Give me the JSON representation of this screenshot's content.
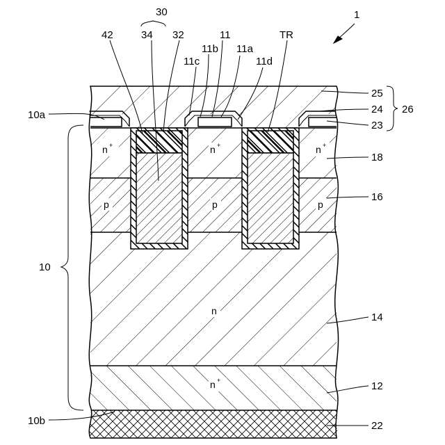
{
  "figure": {
    "ref_device": "1",
    "ref_gate_group": "30",
    "ref_trench": "TR",
    "labels": {
      "l42": "42",
      "l34": "34",
      "l32": "32",
      "l11": "11",
      "l11b": "11b",
      "l11a": "11a",
      "l11c": "11c",
      "l11d": "11d",
      "l25": "25",
      "l24": "24",
      "l26": "26",
      "l23": "23",
      "l10a": "10a",
      "l18": "18",
      "l16": "16",
      "l10": "10",
      "l14": "14",
      "l12": "12",
      "l10b": "10b",
      "l22": "22"
    },
    "doping": {
      "nplus_main": "n",
      "nplus_sup": "+",
      "p": "p",
      "n": "n"
    }
  }
}
